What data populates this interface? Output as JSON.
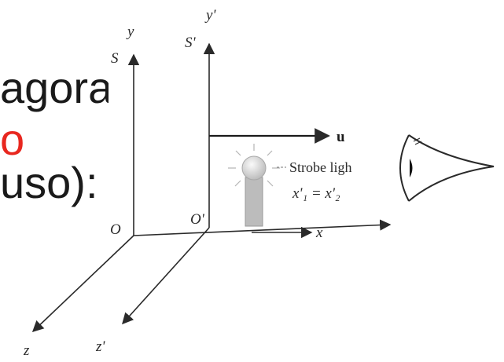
{
  "slide": {
    "line1": "agora",
    "line2": "o",
    "line3": "uso):"
  },
  "figure": {
    "frame_s": {
      "axis_y": "y",
      "name": "S",
      "origin": "O",
      "axis_z": "z"
    },
    "frame_s_prime": {
      "axis_y": "y'",
      "name": "S'",
      "origin": "O'",
      "axis_x": "x",
      "axis_z": "z'"
    },
    "velocity_label": "u",
    "strobe_label": "Strobe ligh",
    "equation": "x'₁ = x'₂"
  },
  "colors": {
    "highlight": "#e8271f",
    "text": "#1a1a1a"
  }
}
